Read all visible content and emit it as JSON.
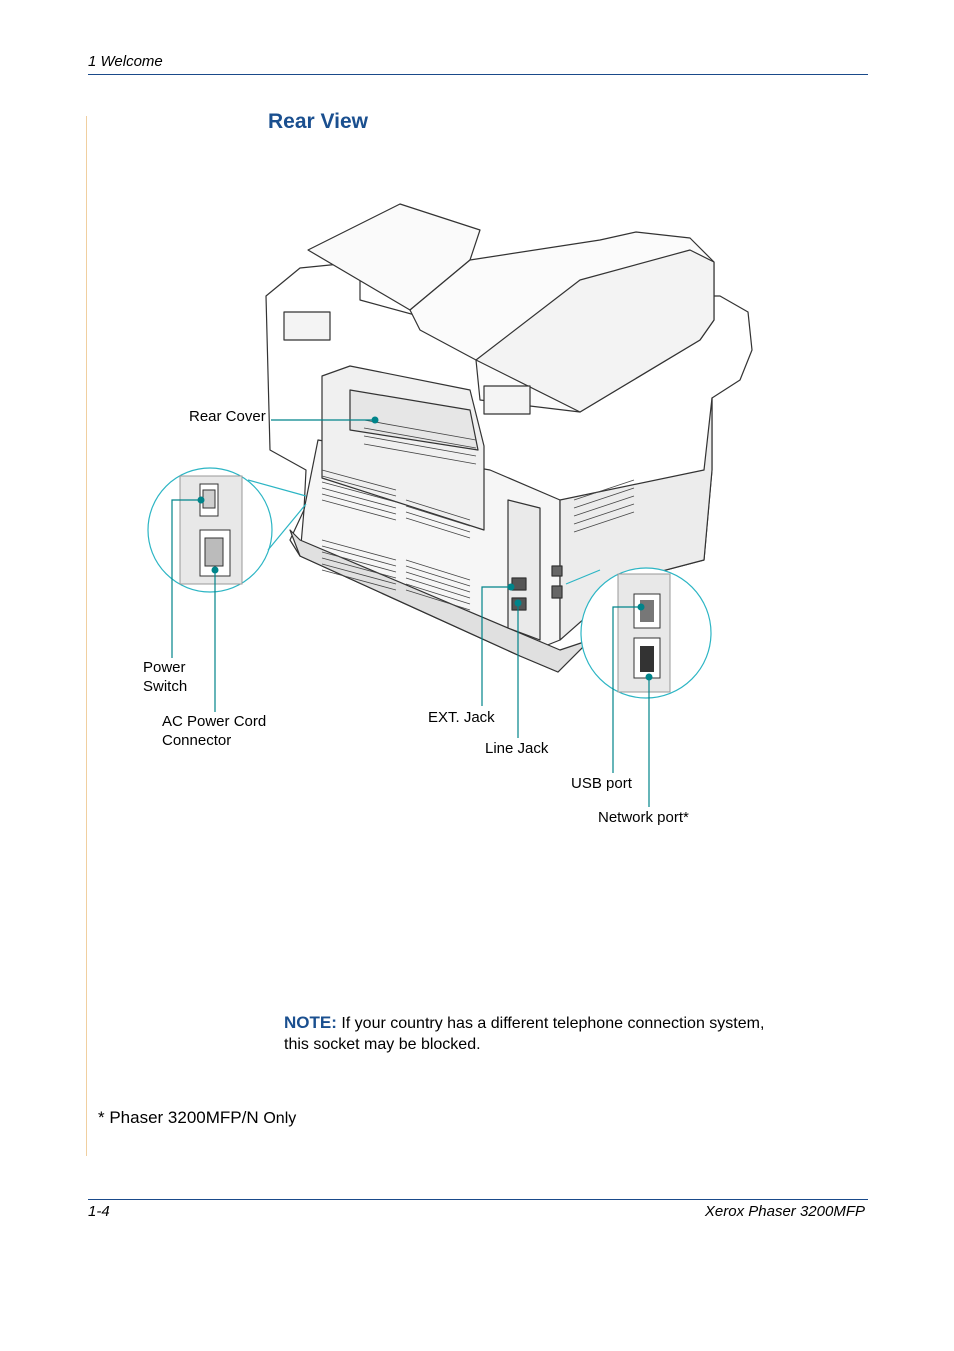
{
  "header": {
    "chapter": "1   Welcome"
  },
  "section": {
    "title": "Rear View"
  },
  "figure": {
    "callouts": {
      "rear_cover": "Rear Cover",
      "power_switch": "Power\nSwitch",
      "ac_power": "AC Power Cord\nConnector",
      "ext_jack": "EXT. Jack",
      "line_jack": "Line Jack",
      "usb_port": "USB port",
      "network_port": "Network port*"
    },
    "colors": {
      "leader": "#00848a",
      "circle": "#2cb5c4",
      "outline": "#333333"
    }
  },
  "note": {
    "label": "NOTE:",
    "text": " If your country has a different telephone connection system, this socket may be blocked."
  },
  "footnote": {
    "main": "* Phaser 3200MFP/N ",
    "suffix": "Only"
  },
  "footer": {
    "page": "1-4",
    "product": "Xerox Phaser 3200MFP"
  }
}
